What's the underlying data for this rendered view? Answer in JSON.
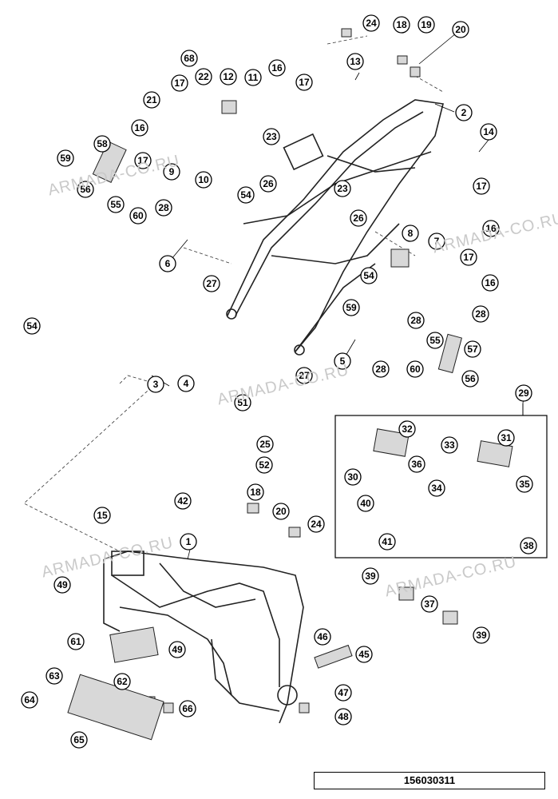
{
  "document_id": "156030311",
  "watermark_text": "ARMADA-CO.RU",
  "callout_labels": {
    "c1": "1",
    "c2": "2",
    "c3": "3",
    "c4": "4",
    "c5": "5",
    "c6": "6",
    "c7": "7",
    "c8": "8",
    "c9": "9",
    "c10": "10",
    "c11": "11",
    "c12": "12",
    "c13": "13",
    "c14": "14",
    "c15": "15",
    "c16a": "16",
    "c16b": "16",
    "c16c": "16",
    "c16d": "16",
    "c17a": "17",
    "c17b": "17",
    "c17c": "17",
    "c17d": "17",
    "c17e": "17",
    "c18a": "18",
    "c18b": "18",
    "c19": "19",
    "c20a": "20",
    "c20b": "20",
    "c21": "21",
    "c22": "22",
    "c23a": "23",
    "c23b": "23",
    "c24a": "24",
    "c24b": "24",
    "c25": "25",
    "c26a": "26",
    "c26b": "26",
    "c27a": "27",
    "c27b": "27",
    "c28a": "28",
    "c28b": "28",
    "c28c": "28",
    "c28d": "28",
    "c29": "29",
    "c30": "30",
    "c31": "31",
    "c32": "32",
    "c33": "33",
    "c34": "34",
    "c35": "35",
    "c36": "36",
    "c37": "37",
    "c38": "38",
    "c39a": "39",
    "c39b": "39",
    "c40": "40",
    "c41": "41",
    "c42": "42",
    "c45": "45",
    "c46": "46",
    "c47": "47",
    "c48": "48",
    "c49a": "49",
    "c49b": "49",
    "c51": "51",
    "c52": "52",
    "c54a": "54",
    "c54b": "54",
    "c54c": "54",
    "c55a": "55",
    "c55b": "55",
    "c56a": "56",
    "c56b": "56",
    "c57": "57",
    "c58": "58",
    "c59a": "59",
    "c59b": "59",
    "c60a": "60",
    "c60b": "60",
    "c61": "61",
    "c62": "62",
    "c63": "63",
    "c64": "64",
    "c65": "65",
    "c66": "66",
    "c68": "68"
  }
}
